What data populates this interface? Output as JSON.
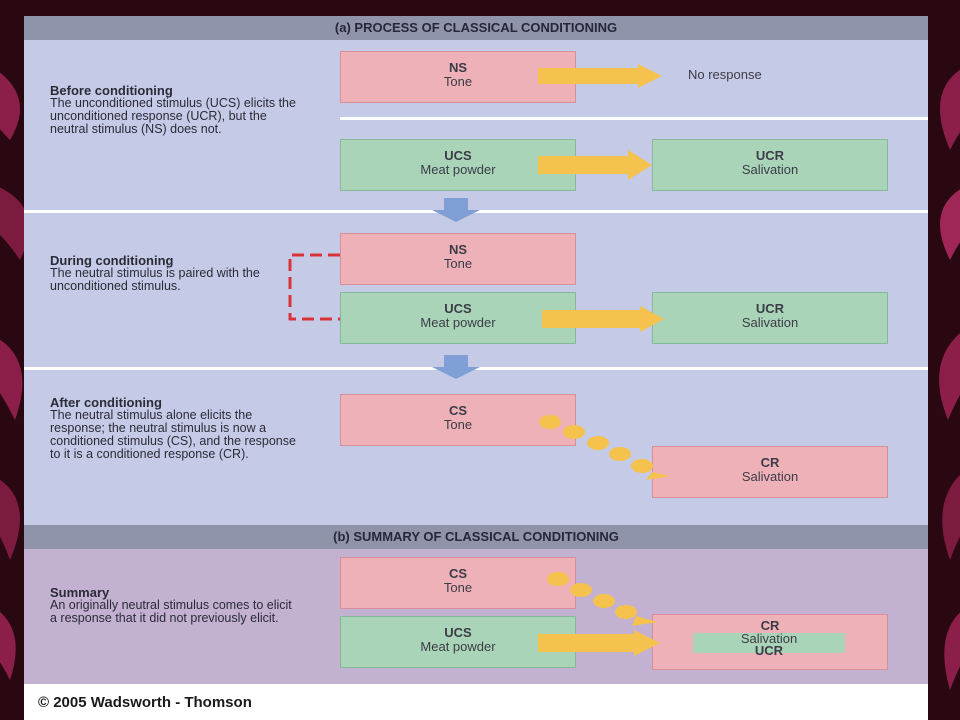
{
  "section_a": {
    "header": "(a) PROCESS OF CLASSICAL CONDITIONING"
  },
  "section_b": {
    "header": "(b) SUMMARY OF CLASSICAL CONDITIONING"
  },
  "before": {
    "title": "Before conditioning",
    "text": "The unconditioned stimulus (UCS) elicits the unconditioned response (UCR), but the neutral stimulus (NS) does not.",
    "ns": {
      "abbr": "NS",
      "label": "Tone"
    },
    "no_response": "No response",
    "ucs": {
      "abbr": "UCS",
      "label": "Meat powder"
    },
    "ucr": {
      "abbr": "UCR",
      "label": "Salivation"
    }
  },
  "during": {
    "title": "During conditioning",
    "text": "The neutral stimulus is paired with the unconditioned stimulus.",
    "ns": {
      "abbr": "NS",
      "label": "Tone"
    },
    "ucs": {
      "abbr": "UCS",
      "label": "Meat powder"
    },
    "ucr": {
      "abbr": "UCR",
      "label": "Salivation"
    }
  },
  "after": {
    "title": "After conditioning",
    "text": "The neutral stimulus alone elicits the response; the neutral stimulus is now a conditioned stimulus (CS), and the response to it is a conditioned response (CR).",
    "cs": {
      "abbr": "CS",
      "label": "Tone"
    },
    "cr": {
      "abbr": "CR",
      "label": "Salivation"
    }
  },
  "summary": {
    "title": "Summary",
    "text": "An originally neutral stimulus comes to elicit a response that it did not previously elicit.",
    "cs": {
      "abbr": "CS",
      "label": "Tone"
    },
    "ucs": {
      "abbr": "UCS",
      "label": "Meat powder"
    },
    "cr": {
      "abbr": "CR",
      "label": "Salivation",
      "ucr_abbr": "UCR"
    }
  },
  "footer": {
    "copyright": "© 2005 Wadsworth - Thomson"
  },
  "colors": {
    "stimulus_pink": "#eeb1b8",
    "response_green": "#a9d4b8",
    "arrow_yellow": "#f4c24d",
    "transition_blue": "#7f9fd6",
    "pairing_red": "#d9333a",
    "background": "#2a0812"
  }
}
